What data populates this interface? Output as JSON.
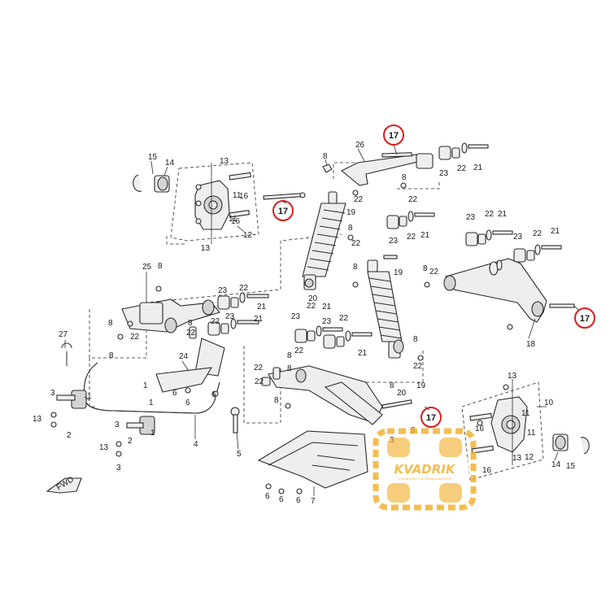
{
  "diagram": {
    "callouts": [
      {
        "text": "15"
      },
      {
        "text": "14"
      },
      {
        "text": "13"
      },
      {
        "text": "11"
      },
      {
        "text": "11"
      },
      {
        "text": "16"
      },
      {
        "text": "13"
      },
      {
        "text": "12"
      },
      {
        "text": "16"
      },
      {
        "text": "8"
      },
      {
        "text": "26"
      },
      {
        "text": "22"
      },
      {
        "text": "23"
      },
      {
        "text": "22"
      },
      {
        "text": "21"
      },
      {
        "text": "8"
      },
      {
        "text": "22"
      },
      {
        "text": "19"
      },
      {
        "text": "23"
      },
      {
        "text": "22"
      },
      {
        "text": "21"
      },
      {
        "text": "8"
      },
      {
        "text": "22"
      },
      {
        "text": "23"
      },
      {
        "text": "22"
      },
      {
        "text": "21"
      },
      {
        "text": "23"
      },
      {
        "text": "22"
      },
      {
        "text": "21"
      },
      {
        "text": "8"
      },
      {
        "text": "22"
      },
      {
        "text": "25"
      },
      {
        "text": "8"
      },
      {
        "text": "20"
      },
      {
        "text": "8"
      },
      {
        "text": "19"
      },
      {
        "text": "23"
      },
      {
        "text": "22"
      },
      {
        "text": "21"
      },
      {
        "text": "23"
      },
      {
        "text": "22"
      },
      {
        "text": "21"
      },
      {
        "text": "23"
      },
      {
        "text": "22"
      },
      {
        "text": "21"
      },
      {
        "text": "8"
      },
      {
        "text": "22"
      },
      {
        "text": "8"
      },
      {
        "text": "22"
      },
      {
        "text": "27"
      },
      {
        "text": "8"
      },
      {
        "text": "24"
      },
      {
        "text": "8"
      },
      {
        "text": "22"
      },
      {
        "text": "23"
      },
      {
        "text": "22"
      },
      {
        "text": "21"
      },
      {
        "text": "8"
      },
      {
        "text": "22"
      },
      {
        "text": "8"
      },
      {
        "text": "22"
      },
      {
        "text": "18"
      },
      {
        "text": "1"
      },
      {
        "text": "2"
      },
      {
        "text": "3"
      },
      {
        "text": "13"
      },
      {
        "text": "6"
      },
      {
        "text": "6"
      },
      {
        "text": "6"
      },
      {
        "text": "1"
      },
      {
        "text": "1"
      },
      {
        "text": "4"
      },
      {
        "text": "5"
      },
      {
        "text": "3"
      },
      {
        "text": "2"
      },
      {
        "text": "13"
      },
      {
        "text": "3"
      },
      {
        "text": "1"
      },
      {
        "text": "8"
      },
      {
        "text": "22"
      },
      {
        "text": "20"
      },
      {
        "text": "19"
      },
      {
        "text": "9"
      },
      {
        "text": "8"
      },
      {
        "text": "7"
      },
      {
        "text": "6"
      },
      {
        "text": "6"
      },
      {
        "text": "6"
      },
      {
        "text": "13"
      },
      {
        "text": "10"
      },
      {
        "text": "11"
      },
      {
        "text": "16"
      },
      {
        "text": "16"
      },
      {
        "text": "13"
      },
      {
        "text": "11"
      },
      {
        "text": "12"
      },
      {
        "text": "14"
      },
      {
        "text": "15"
      },
      {
        "text": "3"
      }
    ],
    "highlighted": [
      {
        "text": "17"
      },
      {
        "text": "17"
      },
      {
        "text": "17"
      },
      {
        "text": "17"
      }
    ],
    "watermark": {
      "text": "KVADRIK",
      "subtitle": "специалист в квадроциклах"
    },
    "direction_badge": {
      "text": "FWD"
    }
  }
}
